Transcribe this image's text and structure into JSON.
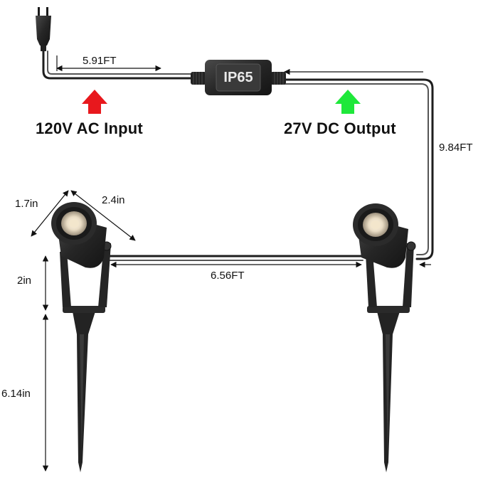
{
  "labels": {
    "cord_length": "5.91FT",
    "ip_rating": "IP65",
    "input_label": "120V AC Input",
    "output_label": "27V DC Output",
    "output_cable_length": "9.84FT",
    "light_height": "1.7in",
    "light_length": "2.4in",
    "light_spacing": "6.56FT",
    "bracket_height": "2in",
    "stake_length": "6.14in"
  },
  "colors": {
    "input_arrow": "#e8181d",
    "output_arrow": "#1ee83a",
    "product": "#2b2b2b",
    "cable": "#1e1e1e"
  },
  "icons": {
    "plug": "ac-plug-icon",
    "adapter": "power-adapter-icon",
    "light": "spotlight-icon"
  }
}
